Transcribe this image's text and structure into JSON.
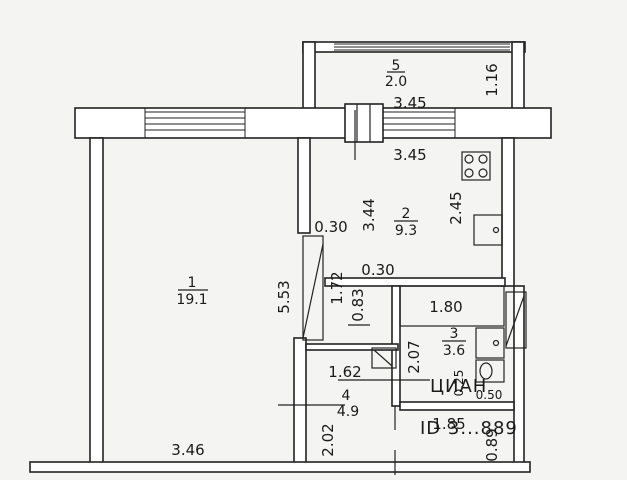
{
  "rooms": [
    {
      "number": "1",
      "area": "19.1"
    },
    {
      "number": "2",
      "area": "9.3"
    },
    {
      "number": "3",
      "area": "3.6"
    },
    {
      "number": "4",
      "area": "4.9"
    },
    {
      "number": "5",
      "area": "2.0"
    }
  ],
  "dimensions": {
    "balcony_width": "3.45",
    "balcony_depth": "1.16",
    "kitchen_width": "3.45",
    "kitchen_length": "3.44",
    "kitchen_side": "2.45",
    "wall_030_a": "0.30",
    "wall_030_b": "0.30",
    "corridor_172": "1.72",
    "corridor_083": "0.83",
    "room1_height": "5.53",
    "room1_width": "3.46",
    "bath_width": "1.80",
    "bath_height": "2.07",
    "hall_162": "1.62",
    "hall_202": "2.02",
    "small_025": "0.25",
    "small_050": "0.50",
    "bottom_185": "1.85",
    "bottom_089": "0.89"
  },
  "watermark": {
    "text_top": "ЦИАН",
    "text_bottom": "ID 3...889"
  }
}
